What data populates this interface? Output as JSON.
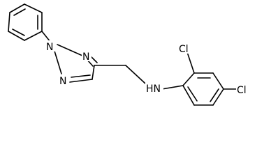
{
  "molecule": {
    "atom_labels": {
      "n_triazole_1": "N",
      "n_triazole_2": "N",
      "n_triazole_3": "N",
      "amine": "HN",
      "cl_2": "Cl",
      "cl_4": "Cl"
    },
    "colors": {
      "bond": "#000000",
      "label": "#000000",
      "background": "#ffffff"
    }
  }
}
